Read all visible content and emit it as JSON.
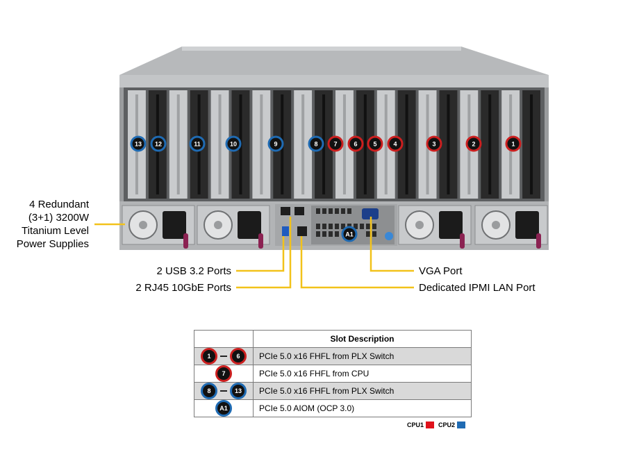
{
  "callouts": {
    "psu_lines": [
      "4 Redundant",
      "(3+1) 3200W",
      "Titanium Level",
      "Power Supplies"
    ],
    "usb": "2 USB 3.2 Ports",
    "rj45": "2 RJ45 10GbE Ports",
    "vga": "VGA Port",
    "ipmi": "Dedicated IPMI LAN Port"
  },
  "slot_labels": [
    {
      "label": "13",
      "cpu": "CPU2"
    },
    {
      "label": "12",
      "cpu": "CPU2"
    },
    {
      "label": "11",
      "cpu": "CPU2"
    },
    {
      "label": "10",
      "cpu": "CPU2"
    },
    {
      "label": "9",
      "cpu": "CPU2"
    },
    {
      "label": "8",
      "cpu": "CPU2"
    },
    {
      "label": "7",
      "cpu": "CPU1"
    },
    {
      "label": "6",
      "cpu": "CPU1"
    },
    {
      "label": "5",
      "cpu": "CPU1"
    },
    {
      "label": "4",
      "cpu": "CPU1"
    },
    {
      "label": "3",
      "cpu": "CPU1"
    },
    {
      "label": "2",
      "cpu": "CPU1"
    },
    {
      "label": "1",
      "cpu": "CPU1"
    }
  ],
  "aiom_label": "A1",
  "table": {
    "header": "Slot Description",
    "rows": [
      {
        "from": "1",
        "to": "6",
        "color": "CPU1",
        "description": "PCIe 5.0 x16 FHFL from PLX Switch"
      },
      {
        "from": "7",
        "to": "",
        "color": "CPU1",
        "description": "PCIe 5.0 x16 FHFL from CPU"
      },
      {
        "from": "8",
        "to": "13",
        "color": "CPU2",
        "description": "PCIe 5.0 x16 FHFL from PLX Switch"
      },
      {
        "from": "A1",
        "to": "",
        "color": "CPU2",
        "description": "PCIe 5.0 AIOM (OCP 3.0)"
      }
    ]
  },
  "legend": [
    {
      "label": "CPU1",
      "color": "#e0111b"
    },
    {
      "label": "CPU2",
      "color": "#1f6bb3"
    }
  ],
  "colors": {
    "callout_line": "#f2c21a",
    "cpu1_ring": "#cc1f1f",
    "cpu2_ring": "#1f6bb3",
    "chassis": "#9a9c9e"
  }
}
